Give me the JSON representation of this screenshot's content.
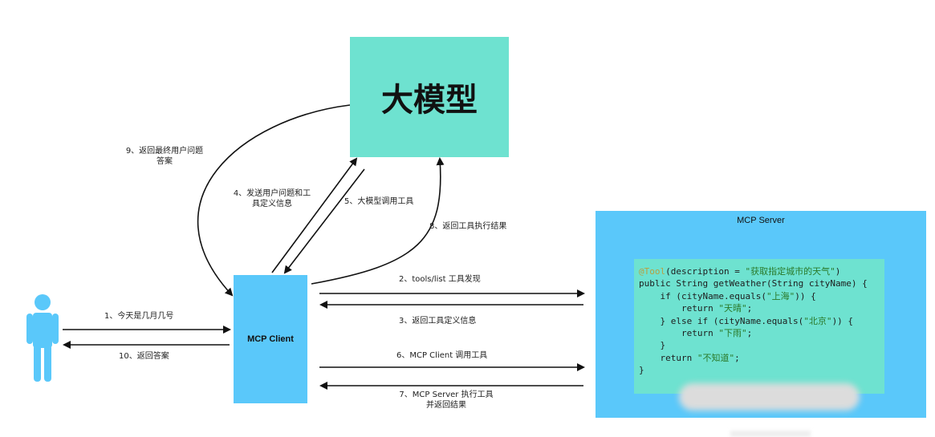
{
  "llm": {
    "label": "大模型"
  },
  "client": {
    "label": "MCP Client"
  },
  "server": {
    "title": "MCP Server",
    "code_lines": [
      {
        "parts": [
          {
            "t": "@Tool",
            "c": "anno"
          },
          {
            "t": "(description = ",
            "c": ""
          },
          {
            "t": "\"获取指定城市的天气\"",
            "c": "str"
          },
          {
            "t": ")",
            "c": ""
          }
        ]
      },
      {
        "parts": [
          {
            "t": "public String getWeather(String cityName) {",
            "c": ""
          }
        ]
      },
      {
        "parts": [
          {
            "t": "    if (cityName.equals(",
            "c": ""
          },
          {
            "t": "\"上海\"",
            "c": "str"
          },
          {
            "t": ")) {",
            "c": ""
          }
        ]
      },
      {
        "parts": [
          {
            "t": "        return ",
            "c": ""
          },
          {
            "t": "\"天晴\"",
            "c": "str"
          },
          {
            "t": ";",
            "c": ""
          }
        ]
      },
      {
        "parts": [
          {
            "t": "    } else if (cityName.equals(",
            "c": ""
          },
          {
            "t": "\"北京\"",
            "c": "str"
          },
          {
            "t": ")) {",
            "c": ""
          }
        ]
      },
      {
        "parts": [
          {
            "t": "        return ",
            "c": ""
          },
          {
            "t": "\"下雨\"",
            "c": "str"
          },
          {
            "t": ";",
            "c": ""
          }
        ]
      },
      {
        "parts": [
          {
            "t": "    }",
            "c": ""
          }
        ]
      },
      {
        "parts": [
          {
            "t": "    return ",
            "c": ""
          },
          {
            "t": "\"不知道\"",
            "c": "str"
          },
          {
            "t": ";",
            "c": ""
          }
        ]
      },
      {
        "parts": [
          {
            "t": "}",
            "c": ""
          }
        ]
      }
    ]
  },
  "steps": {
    "s1": "1、今天是几月几号",
    "s2": "2、tools/list 工具发现",
    "s3": "3、返回工具定义信息",
    "s4_line1": "4、发送用户问题和工",
    "s4_line2": "具定义信息",
    "s5": "5、大模型调用工具",
    "s6": "6、MCP Client 调用工具",
    "s7_line1": "7、MCP Server 执行工具",
    "s7_line2": "并返回结果",
    "s8": "8、返回工具执行结果",
    "s9_line1": "9、返回最终用户问题",
    "s9_line2": "答案",
    "s10": "10、返回答案"
  },
  "colors": {
    "llm": "#6ee2d0",
    "client": "#5ac8fa",
    "server": "#5ac8fa",
    "code": "#6ee2d0",
    "person": "#5ac8fa",
    "arrow": "#111111"
  },
  "icons": {
    "user": "person-icon"
  }
}
